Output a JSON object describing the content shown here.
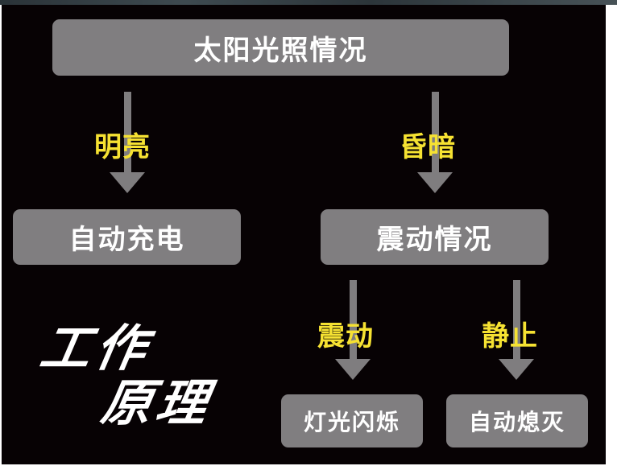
{
  "diagram": {
    "root": "太阳光照情况",
    "branch_bright": {
      "edge_label": "明亮",
      "node": "自动充电"
    },
    "branch_dark": {
      "edge_label": "昏暗",
      "node": "震动情况",
      "branch_vibration": {
        "edge_label": "震动",
        "node": "灯光闪烁"
      },
      "branch_still": {
        "edge_label": "静止",
        "node": "自动熄灭"
      }
    },
    "title": {
      "line1": "工作",
      "line2": "原理"
    }
  },
  "colors": {
    "background": "#070204",
    "node_fill": "#807e80",
    "node_text": "#ffffff",
    "edge_label": "#f6e232",
    "arrow": "#7f7d7f"
  }
}
